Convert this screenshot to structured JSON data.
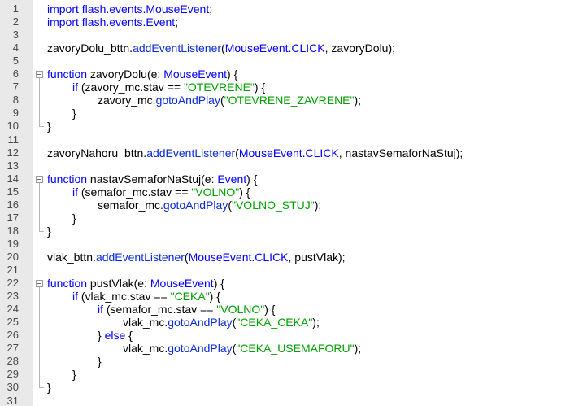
{
  "editor": {
    "line_numbers": [
      "1",
      "2",
      "3",
      "4",
      "5",
      "6",
      "7",
      "8",
      "9",
      "10",
      "11",
      "12",
      "13",
      "14",
      "15",
      "16",
      "17",
      "18",
      "19",
      "20",
      "21",
      "22",
      "23",
      "24",
      "25",
      "26",
      "27",
      "28",
      "29",
      "30",
      "31"
    ],
    "lines": [
      {
        "indent": 0,
        "tokens": [
          {
            "t": "keyword",
            "v": "import"
          },
          {
            "t": "plain",
            "v": " "
          },
          {
            "t": "type",
            "v": "flash.events.MouseEvent"
          },
          {
            "t": "plain",
            "v": ";"
          }
        ]
      },
      {
        "indent": 0,
        "tokens": [
          {
            "t": "keyword",
            "v": "import"
          },
          {
            "t": "plain",
            "v": " "
          },
          {
            "t": "type",
            "v": "flash.events.Event"
          },
          {
            "t": "plain",
            "v": ";"
          }
        ]
      },
      {
        "indent": 0,
        "tokens": []
      },
      {
        "indent": 0,
        "tokens": [
          {
            "t": "plain",
            "v": "zavoryDolu_bttn."
          },
          {
            "t": "method",
            "v": "addEventListener"
          },
          {
            "t": "plain",
            "v": "("
          },
          {
            "t": "type",
            "v": "MouseEvent.CLICK"
          },
          {
            "t": "plain",
            "v": ", zavoryDolu);"
          }
        ]
      },
      {
        "indent": 0,
        "tokens": []
      },
      {
        "indent": 0,
        "tokens": [
          {
            "t": "keyword",
            "v": "function"
          },
          {
            "t": "plain",
            "v": " zavoryDolu(e: "
          },
          {
            "t": "type",
            "v": "MouseEvent"
          },
          {
            "t": "plain",
            "v": ") {"
          }
        ]
      },
      {
        "indent": 1,
        "tokens": [
          {
            "t": "keyword",
            "v": "if"
          },
          {
            "t": "plain",
            "v": " (zavory_mc.stav == "
          },
          {
            "t": "string",
            "v": "\"OTEVRENE\""
          },
          {
            "t": "plain",
            "v": ") {"
          }
        ]
      },
      {
        "indent": 2,
        "tokens": [
          {
            "t": "plain",
            "v": "zavory_mc."
          },
          {
            "t": "method",
            "v": "gotoAndPlay"
          },
          {
            "t": "plain",
            "v": "("
          },
          {
            "t": "string",
            "v": "\"OTEVRENE_ZAVRENE\""
          },
          {
            "t": "plain",
            "v": ");"
          }
        ]
      },
      {
        "indent": 1,
        "tokens": [
          {
            "t": "plain",
            "v": "}"
          }
        ]
      },
      {
        "indent": 0,
        "tokens": [
          {
            "t": "plain",
            "v": "}"
          }
        ]
      },
      {
        "indent": 0,
        "tokens": []
      },
      {
        "indent": 0,
        "tokens": [
          {
            "t": "plain",
            "v": "zavoryNahoru_bttn."
          },
          {
            "t": "method",
            "v": "addEventListener"
          },
          {
            "t": "plain",
            "v": "("
          },
          {
            "t": "type",
            "v": "MouseEvent.CLICK"
          },
          {
            "t": "plain",
            "v": ", nastavSemaforNaStuj);"
          }
        ]
      },
      {
        "indent": 0,
        "tokens": []
      },
      {
        "indent": 0,
        "tokens": [
          {
            "t": "keyword",
            "v": "function"
          },
          {
            "t": "plain",
            "v": " nastavSemaforNaStuj(e: "
          },
          {
            "t": "type",
            "v": "Event"
          },
          {
            "t": "plain",
            "v": ") {"
          }
        ]
      },
      {
        "indent": 1,
        "tokens": [
          {
            "t": "keyword",
            "v": "if"
          },
          {
            "t": "plain",
            "v": " (semafor_mc.stav == "
          },
          {
            "t": "string",
            "v": "\"VOLNO\""
          },
          {
            "t": "plain",
            "v": ") {"
          }
        ]
      },
      {
        "indent": 2,
        "tokens": [
          {
            "t": "plain",
            "v": "semafor_mc."
          },
          {
            "t": "method",
            "v": "gotoAndPlay"
          },
          {
            "t": "plain",
            "v": "("
          },
          {
            "t": "string",
            "v": "\"VOLNO_STUJ\""
          },
          {
            "t": "plain",
            "v": ");"
          }
        ]
      },
      {
        "indent": 1,
        "tokens": [
          {
            "t": "plain",
            "v": "}"
          }
        ]
      },
      {
        "indent": 0,
        "tokens": [
          {
            "t": "plain",
            "v": "}"
          }
        ]
      },
      {
        "indent": 0,
        "tokens": []
      },
      {
        "indent": 0,
        "tokens": [
          {
            "t": "plain",
            "v": "vlak_bttn."
          },
          {
            "t": "method",
            "v": "addEventListener"
          },
          {
            "t": "plain",
            "v": "("
          },
          {
            "t": "type",
            "v": "MouseEvent.CLICK"
          },
          {
            "t": "plain",
            "v": ", pustVlak);"
          }
        ]
      },
      {
        "indent": 0,
        "tokens": []
      },
      {
        "indent": 0,
        "tokens": [
          {
            "t": "keyword",
            "v": "function"
          },
          {
            "t": "plain",
            "v": " pustVlak(e: "
          },
          {
            "t": "type",
            "v": "MouseEvent"
          },
          {
            "t": "plain",
            "v": ") {"
          }
        ]
      },
      {
        "indent": 1,
        "tokens": [
          {
            "t": "keyword",
            "v": "if"
          },
          {
            "t": "plain",
            "v": " (vlak_mc.stav == "
          },
          {
            "t": "string",
            "v": "\"CEKA\""
          },
          {
            "t": "plain",
            "v": ") {"
          }
        ]
      },
      {
        "indent": 2,
        "tokens": [
          {
            "t": "keyword",
            "v": "if"
          },
          {
            "t": "plain",
            "v": " (semafor_mc.stav == "
          },
          {
            "t": "string",
            "v": "\"VOLNO\""
          },
          {
            "t": "plain",
            "v": ") {"
          }
        ]
      },
      {
        "indent": 3,
        "tokens": [
          {
            "t": "plain",
            "v": "vlak_mc."
          },
          {
            "t": "method",
            "v": "gotoAndPlay"
          },
          {
            "t": "plain",
            "v": "("
          },
          {
            "t": "string",
            "v": "\"CEKA_CEKA\""
          },
          {
            "t": "plain",
            "v": ");"
          }
        ]
      },
      {
        "indent": 2,
        "tokens": [
          {
            "t": "plain",
            "v": "} "
          },
          {
            "t": "keyword",
            "v": "else"
          },
          {
            "t": "plain",
            "v": " {"
          }
        ]
      },
      {
        "indent": 3,
        "tokens": [
          {
            "t": "plain",
            "v": "vlak_mc."
          },
          {
            "t": "method",
            "v": "gotoAndPlay"
          },
          {
            "t": "plain",
            "v": "("
          },
          {
            "t": "string",
            "v": "\"CEKA_USEMAFORU\""
          },
          {
            "t": "plain",
            "v": ");"
          }
        ]
      },
      {
        "indent": 2,
        "tokens": [
          {
            "t": "plain",
            "v": "}"
          }
        ]
      },
      {
        "indent": 1,
        "tokens": [
          {
            "t": "plain",
            "v": "}"
          }
        ]
      },
      {
        "indent": 0,
        "tokens": [
          {
            "t": "plain",
            "v": "}"
          }
        ]
      },
      {
        "indent": 0,
        "tokens": []
      }
    ],
    "colors": {
      "gutter_background": "#e9e9e9",
      "keyword": "#0000ff",
      "method": "#0a2ad8",
      "string": "#00a000",
      "text": "#000000"
    }
  }
}
